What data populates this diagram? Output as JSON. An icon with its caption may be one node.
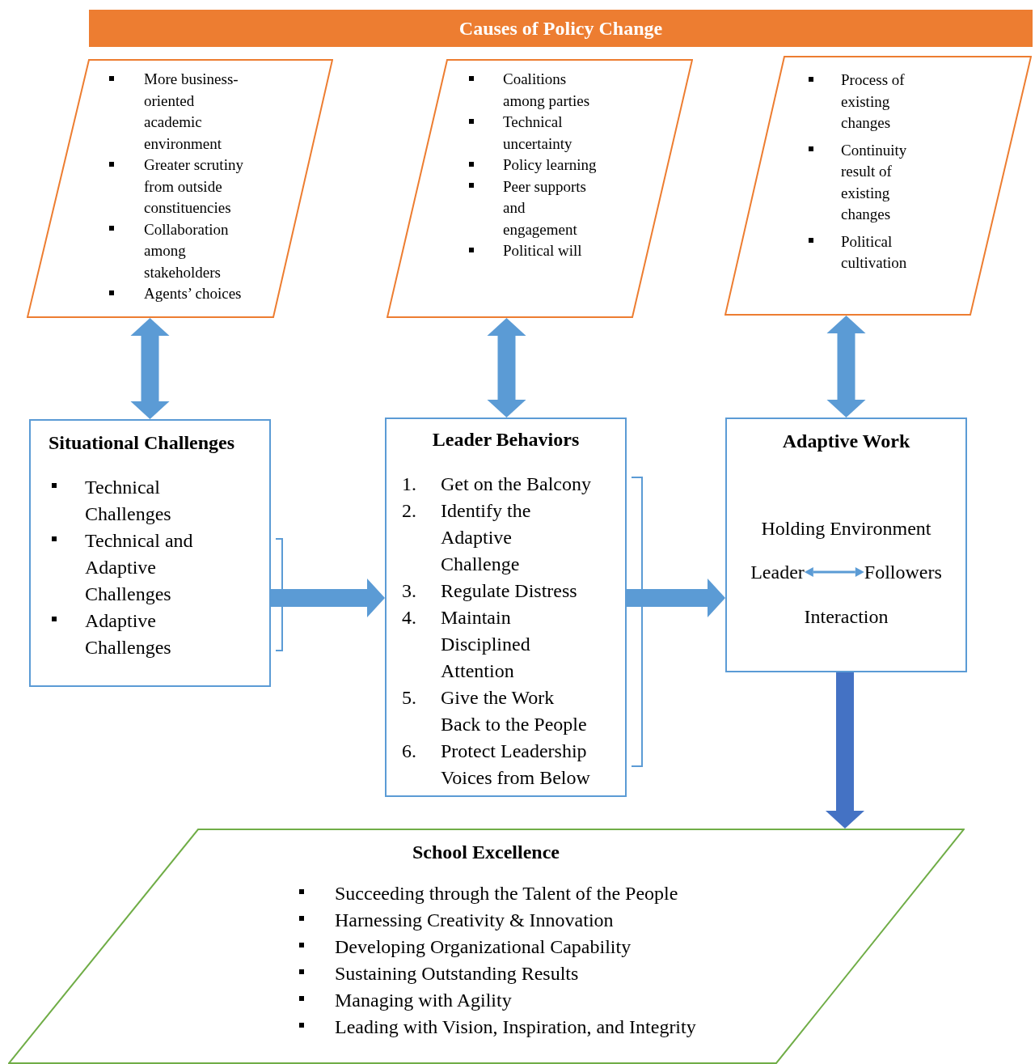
{
  "diagram": {
    "title": "Causes of Policy Change",
    "nodes": [
      {
        "text": [
          "More business-oriented academic environment",
          "Greater scrutiny from outside constituencies",
          "Collaboration among stakeholders",
          "Agents’ choices"
        ]
      },
      {
        "text": [
          "Coalitions among parties",
          "Technical uncertainty",
          "Policy learning",
          "Peer supports and engagement",
          "Political will"
        ]
      },
      {
        "text": [
          "Process of existing changes",
          "Continuity result of existing changes",
          "Political cultivation"
        ]
      },
      {
        "text": [
          "Situational Challenges",
          "Technical Challenges",
          "Technical and Adaptive Challenges",
          "Adaptive Challenges"
        ]
      },
      {
        "text": [
          "Leader Behaviors",
          "1. Get on the Balcony",
          "2. Identify the Adaptive Challenge",
          "3. Regulate Distress",
          "4. Maintain Disciplined Attention",
          "5. Give the Work Back to the People",
          "6. Protect Leadership Voices from Below"
        ]
      },
      {
        "text": [
          "Adaptive Work",
          "Holding Environment",
          "Interaction"
        ]
      },
      {
        "text": [
          "Leader"
        ],
        "in": 5
      },
      {
        "text": [
          "Followers"
        ],
        "in": 5
      },
      {
        "text": [
          "School Excellence",
          "Succeeding through the Talent of the People",
          "Harnessing Creativity & Innovation",
          "Developing Organizational Capability",
          "Sustaining Outstanding Results",
          "Managing with Agility",
          "Leading with Vision, Inspiration, and Integrity"
        ]
      }
    ],
    "edges": [
      {
        "from": 0,
        "to": 3,
        "arrow": "both"
      },
      {
        "from": 1,
        "to": 4,
        "arrow": "both"
      },
      {
        "from": 2,
        "to": 5,
        "arrow": "both"
      },
      {
        "from": 3,
        "to": 4,
        "arrow": "to"
      },
      {
        "from": 4,
        "to": 5,
        "arrow": "to"
      },
      {
        "from": 5,
        "to": 8,
        "arrow": "to",
        "color": "#4472c4"
      },
      {
        "from": 6,
        "to": 7,
        "arrow": "both"
      }
    ]
  }
}
